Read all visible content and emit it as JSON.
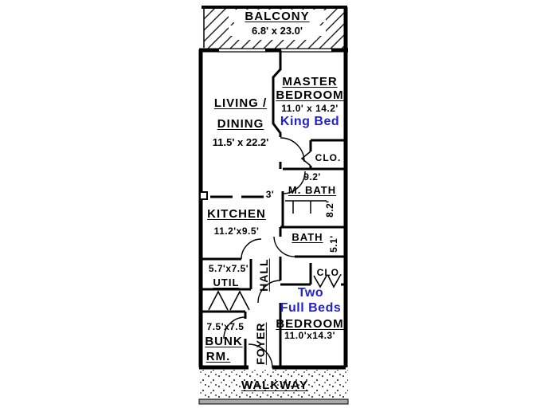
{
  "plan": {
    "balcony": {
      "label": "BALCONY",
      "dim": "6.8' x 23.0'"
    },
    "living": {
      "label_line1": "LIVING /",
      "label_line2": "DINING",
      "dim": "11.5' x 22.2'"
    },
    "master": {
      "label_line1": "MASTER",
      "label_line2": "BEDROOM",
      "dim": "11.0' x 14.2'",
      "bed_note": "King Bed"
    },
    "master_closet": {
      "label": "CLO."
    },
    "master_bath": {
      "label": "M. BATH",
      "dim_width": "9.2'",
      "dim_depth": "8.2'"
    },
    "pass_through": {
      "dim": "3'"
    },
    "kitchen": {
      "label": "KITCHEN",
      "dim": "11.2'x9.5'"
    },
    "bath": {
      "label": "BATH",
      "dim": "5.1'"
    },
    "closet2": {
      "label": "CLO."
    },
    "util": {
      "label": "UTIL",
      "dim": "5.7'x7.5'"
    },
    "hall": {
      "label": "HALL"
    },
    "bedroom2": {
      "label": "BEDROOM",
      "dim": "11.0'x14.3'",
      "bed_note_line1": "Two",
      "bed_note_line2": "Full Beds"
    },
    "bunk": {
      "label_line1": "BUNK",
      "label_line2": "RM.",
      "dim": "7.5'x7.5"
    },
    "foyer": {
      "label": "FOYER"
    },
    "walkway": {
      "label": "WALKWAY"
    },
    "colors": {
      "ink": "#000000",
      "bed_note_blue": "#2121cd",
      "walkway_band_gray": "#a8a8a8"
    }
  }
}
